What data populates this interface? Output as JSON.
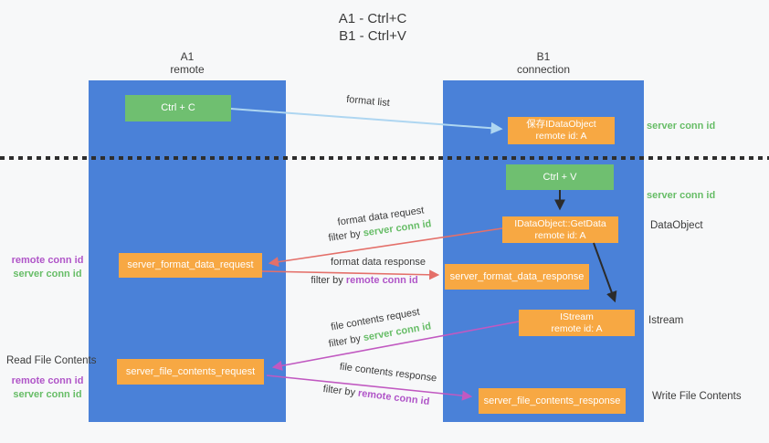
{
  "colors": {
    "bg": "#f7f8f9",
    "lifeline_blue": "#4a81d8",
    "box_green": "#6fbf70",
    "box_orange": "#f7a843",
    "arrow_blue": "#aed6f1",
    "arrow_red": "#e4706a",
    "arrow_magenta": "#c159c1",
    "arrow_black": "#2b2b2b",
    "text_dark": "#3b3b3b",
    "text_green": "#67bd67",
    "text_purple": "#b055c8"
  },
  "title": {
    "line1": "A1 - Ctrl+C",
    "line2": "B1 - Ctrl+V"
  },
  "lifelines": {
    "left": {
      "name": "A1",
      "role": "remote"
    },
    "right": {
      "name": "B1",
      "role": "connection"
    }
  },
  "nodes": {
    "ctrl_c": {
      "label": "Ctrl + C"
    },
    "save_dataobject": {
      "line1": "保存IDataObject",
      "line2": "remote id: A"
    },
    "ctrl_v": {
      "label": "Ctrl + V"
    },
    "getdata": {
      "line1": "IDataObject::GetData",
      "line2": "remote id: A"
    },
    "format_request": {
      "label": "server_format_data_request"
    },
    "format_response": {
      "label": "server_format_data_response"
    },
    "istream": {
      "line1": "IStream",
      "line2": "remote id: A"
    },
    "file_request": {
      "label": "server_file_contents_request"
    },
    "file_response": {
      "label": "server_file_contents_response"
    }
  },
  "arrows": {
    "format_list": {
      "label": "format list"
    },
    "format_data_request": {
      "label": "format data request",
      "filter_prefix": "filter by ",
      "filter_key": "server conn id"
    },
    "format_data_response": {
      "label": "format data response",
      "filter_prefix": "filter by ",
      "filter_key": "remote conn id"
    },
    "file_contents_request": {
      "label": "file contents request",
      "filter_prefix": "filter by ",
      "filter_key": "server conn id"
    },
    "file_contents_response": {
      "label": "file contents response",
      "filter_prefix": "filter by ",
      "filter_key": "remote conn id"
    }
  },
  "side_labels": {
    "server_conn_top_right": "server conn id",
    "server_conn_mid_right": "server conn id",
    "dataobject": "DataObject",
    "istream": "Istream",
    "write_file_contents": "Write File Contents",
    "read_file_contents": "Read File Contents",
    "format_remote_conn": "remote conn id",
    "format_server_conn": "server conn id",
    "file_remote_conn": "remote conn id",
    "file_server_conn": "server conn id"
  }
}
